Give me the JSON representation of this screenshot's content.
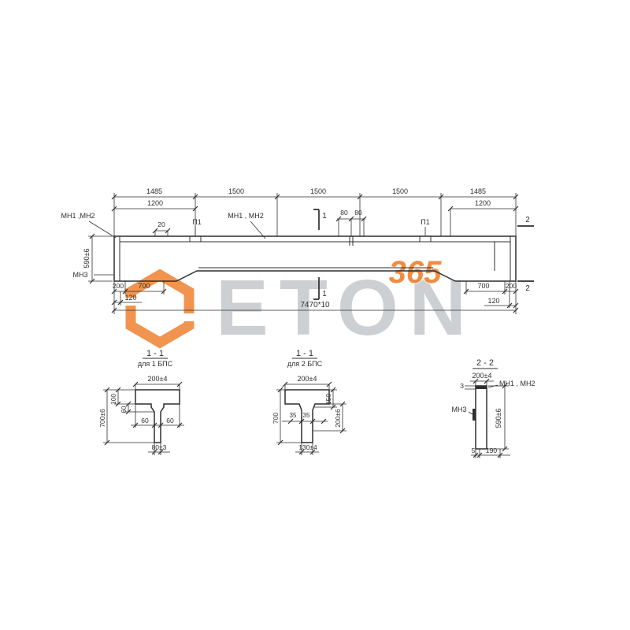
{
  "colors": {
    "ink": "#2f2f2f",
    "orange": "#ee7d28",
    "gray": "#9aa2a8"
  },
  "watermark": {
    "brand": "ETON",
    "number": "365"
  },
  "main": {
    "dims_top": [
      "1485",
      "1500",
      "1500",
      "1500",
      "1485"
    ],
    "dim_left_1200": "1200",
    "dim_right_1200": "1200",
    "dim_20": "20",
    "dim_80_a": "80",
    "dim_80_b": "80",
    "label_mn12_left": "МН1 ,МН2",
    "label_mn12_mid": "МН1 , МН2",
    "label_p1_left": "П1",
    "label_p1_right": "П1",
    "mark_1_top": "1",
    "mark_1_bottom": "1",
    "mark_2_top": "2",
    "mark_2_bottom": "2",
    "dim_590": "590±6",
    "label_mn3": "МН3",
    "dim_200_l": "200",
    "dim_700_l": "700",
    "dim_120_l": "120",
    "dim_total": "7470*10",
    "dim_700_r": "700",
    "dim_200_r": "200",
    "dim_120_r": "120"
  },
  "section_a": {
    "title": "1 - 1",
    "subtitle": "для 1 БПС",
    "dim_width": "200±4",
    "dim_100": "100",
    "dim_60_v": "60",
    "dim_60_l": "60",
    "dim_60_r": "60",
    "dim_height": "700±6",
    "dim_bottom": "80±3"
  },
  "section_b": {
    "title": "1 - 1",
    "subtitle": "для 2 БПС",
    "dim_width": "200±4",
    "dim_35_l": "35",
    "dim_35_r": "35",
    "dim_150": "150",
    "dim_200": "200±6",
    "dim_height": "700",
    "dim_bottom": "130±4"
  },
  "section_c": {
    "title": "2 - 2",
    "dim_width": "200±4",
    "dim_3": "3",
    "label_mn12": "МН1 , МН2",
    "label_mn3": "МН3",
    "dim_590": "590±6",
    "dim_5": "5",
    "dim_190": "190"
  }
}
